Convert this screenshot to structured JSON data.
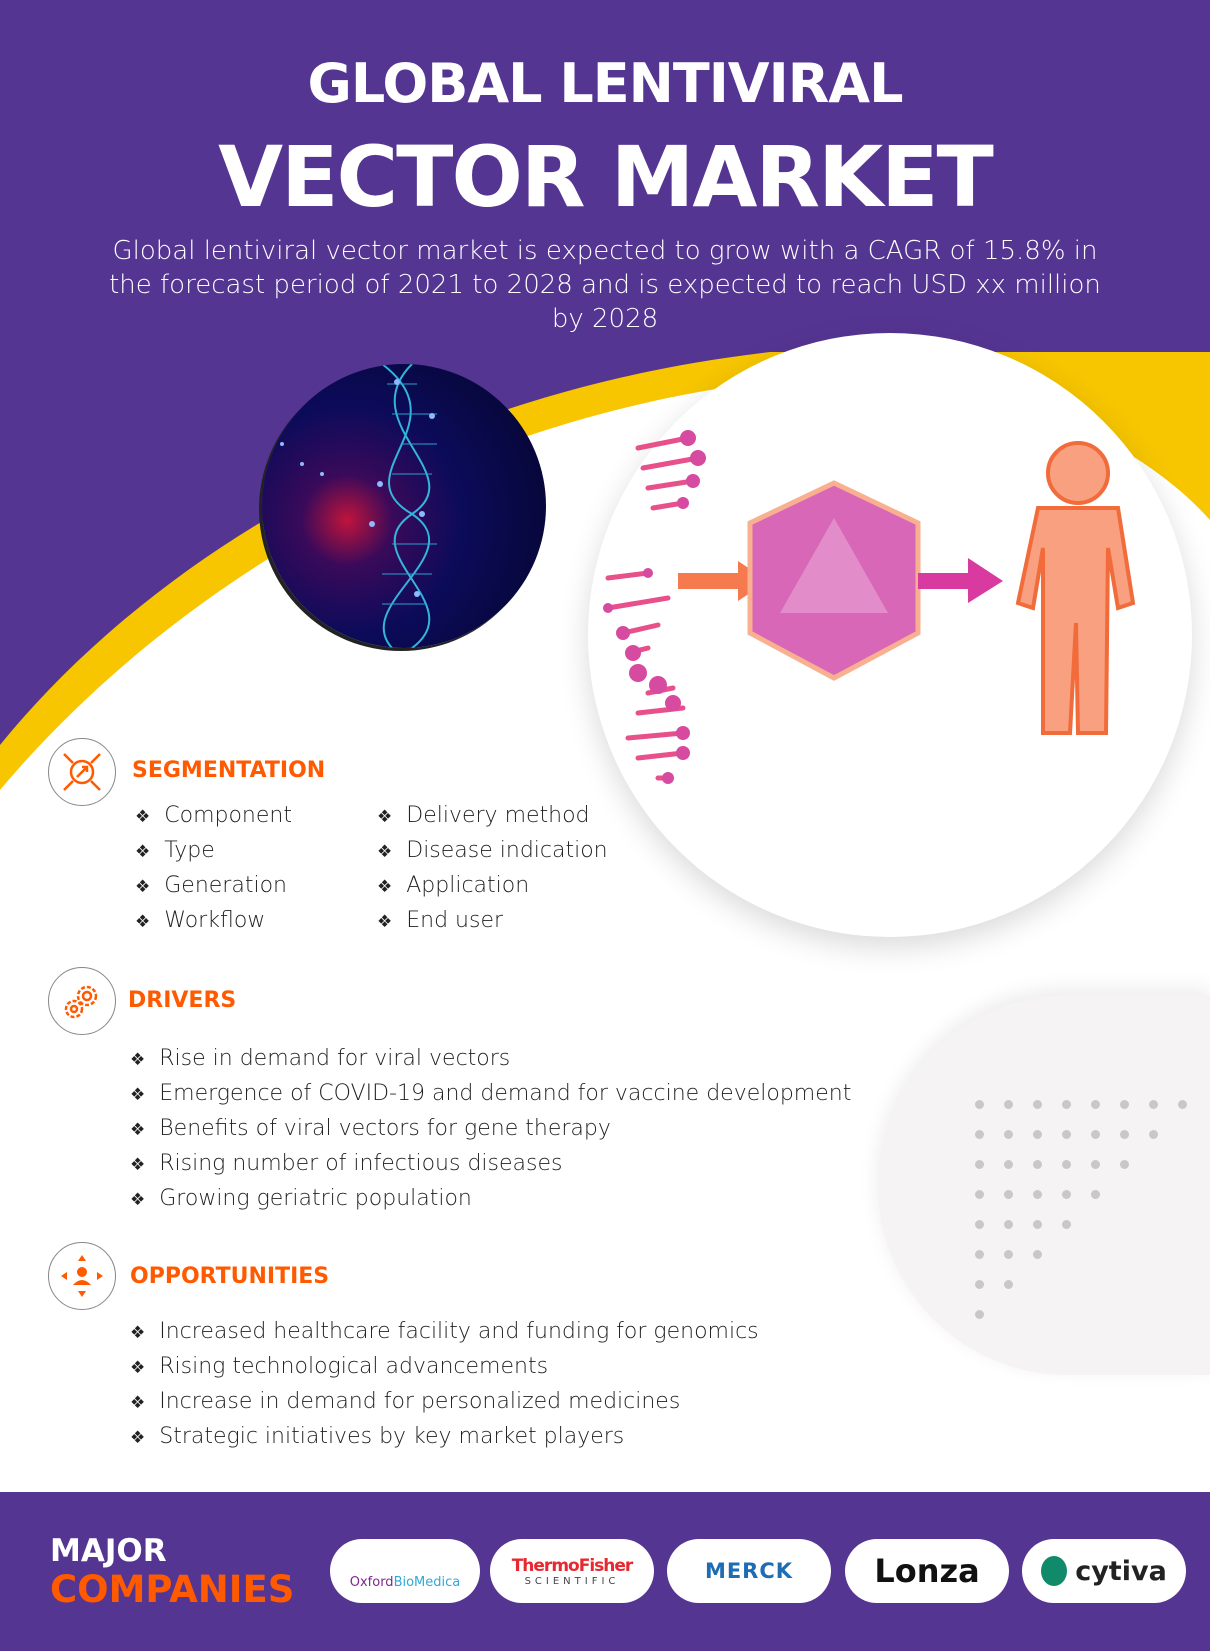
{
  "header": {
    "title_line1": "GLOBAL LENTIVIRAL",
    "title_line2": "VECTOR MARKET",
    "subtitle": "Global lentiviral vector market is expected to grow with a CAGR of 15.8% in the forecast period of 2021 to 2028 and is expected to reach USD xx million by 2028"
  },
  "segmentation": {
    "title": "SEGMENTATION",
    "col1": [
      "Component",
      "Type",
      "Generation",
      "Workflow"
    ],
    "col2": [
      "Delivery method",
      "Disease indication",
      "Application",
      "End user"
    ]
  },
  "drivers": {
    "title": "DRIVERS",
    "items": [
      "Rise in demand for viral vectors",
      "Emergence of COVID-19 and demand for vaccine development",
      "Benefits of viral vectors for gene therapy",
      "Rising number of infectious diseases",
      "Growing geriatric population"
    ]
  },
  "opportunities": {
    "title": "OPPORTUNITIES",
    "items": [
      "Increased healthcare facility and funding for genomics",
      "Rising technological advancements",
      "Increase in demand for personalized medicines",
      "Strategic initiatives by key market players"
    ]
  },
  "footer": {
    "major": "MAJOR",
    "companies": "COMPANIES",
    "logos": {
      "oxford_a": "Oxford",
      "oxford_b": "BioMedica",
      "thermo_a": "ThermoFisher",
      "thermo_b": "SCIENTIFIC",
      "merck": "MERCK",
      "lonza": "Lonza",
      "cytiva": "cytiva"
    }
  },
  "colors": {
    "purple": "#553592",
    "orange": "#ff5a00",
    "yellow": "#f7c600"
  }
}
